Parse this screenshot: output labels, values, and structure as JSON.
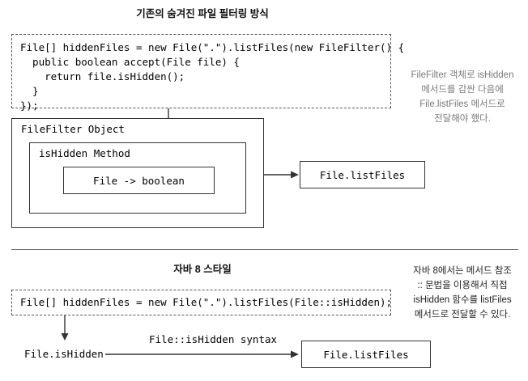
{
  "top_section": {
    "title": "기존의 숨겨진 파일 필터링 방식",
    "code": "File[] hiddenFiles = new File(\".\").listFiles(new FileFilter() {\n  public boolean accept(File file) {\n    return file.isHidden();\n  }\n});",
    "note": "FileFilter 객체로 isHidden\n메서드를 감싼 다음에\nFile.listFiles 메서드로\n전달해야 했다.",
    "outer_box_label": "FileFilter Object",
    "inner_box_label": "isHidden Method",
    "innermost_box_label": "File -> boolean",
    "target_box_label": "File.listFiles"
  },
  "bottom_section": {
    "title": "자바 8 스타일",
    "code": "File[] hiddenFiles = new File(\".\").listFiles(File::isHidden);",
    "note": "자바 8에서는 메서드 참조\n:: 문법을 이용해서 직접\nisHidden 함수를 listFiles\n메서드로 전달할 수 있다.",
    "method_label": "File.isHidden",
    "syntax_label": "File::isHidden syntax",
    "target_box_label": "File.listFiles"
  },
  "colors": {
    "note_gray": "#7a7a7a",
    "border_dashed": "#555555",
    "border_solid": "#333333",
    "divider": "#6b6b6b",
    "text": "#000000"
  }
}
